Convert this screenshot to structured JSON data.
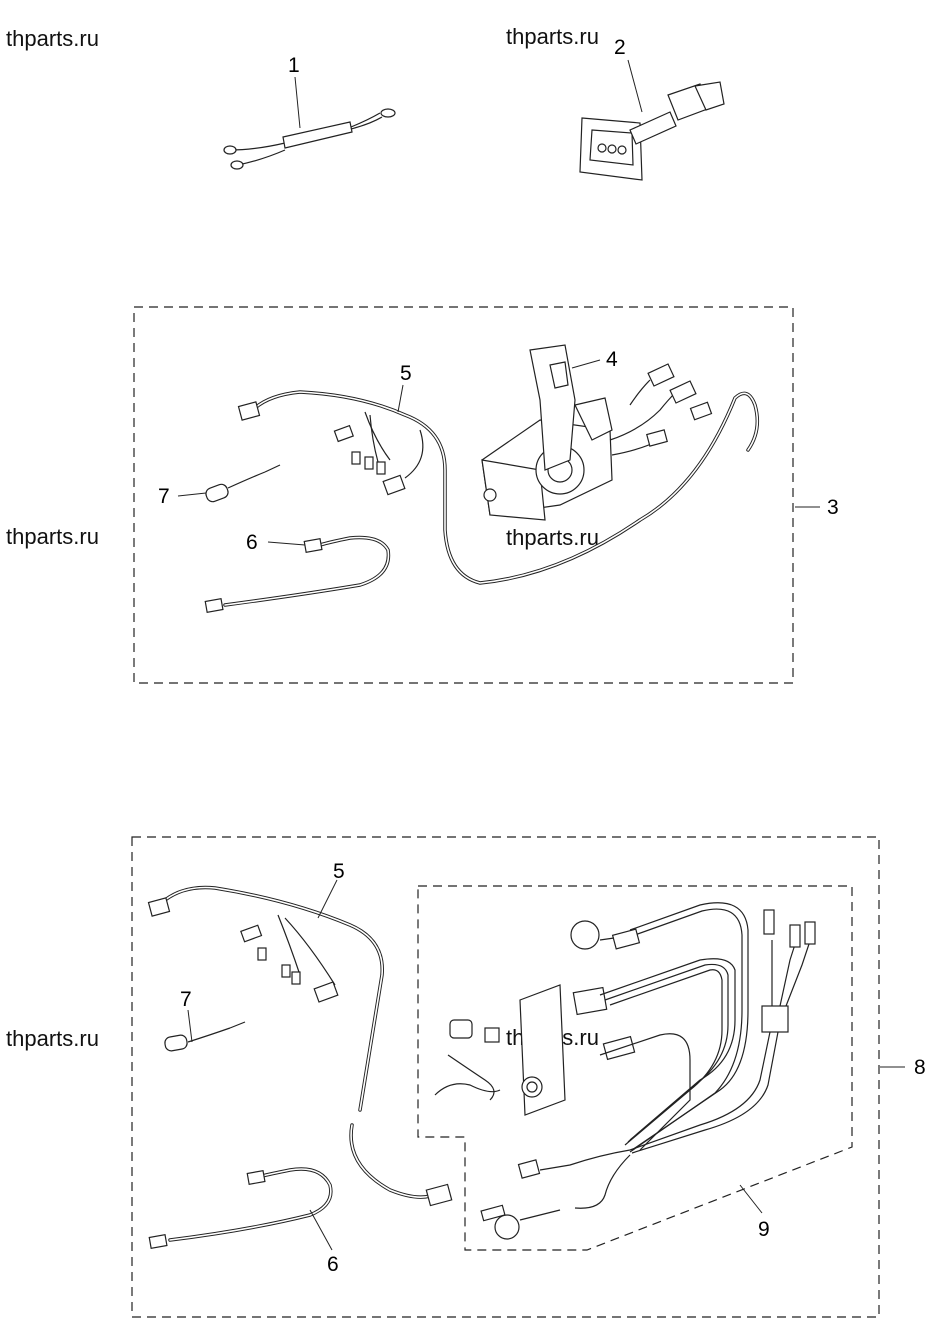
{
  "watermarks": {
    "w1": "thparts.ru",
    "w2": "thparts.ru",
    "w3": "thparts.ru",
    "w4": "thparts.ru",
    "w5": "thparts.ru",
    "w6": "thparts.ru"
  },
  "callouts": {
    "c1": "1",
    "c2": "2",
    "c3": "3",
    "c4": "4",
    "c5a": "5",
    "c6a": "6",
    "c7a": "7",
    "c5b": "5",
    "c6b": "6",
    "c7b": "7",
    "c8": "8",
    "c9": "9"
  },
  "colors": {
    "line": "#222222",
    "background": "#ffffff"
  }
}
